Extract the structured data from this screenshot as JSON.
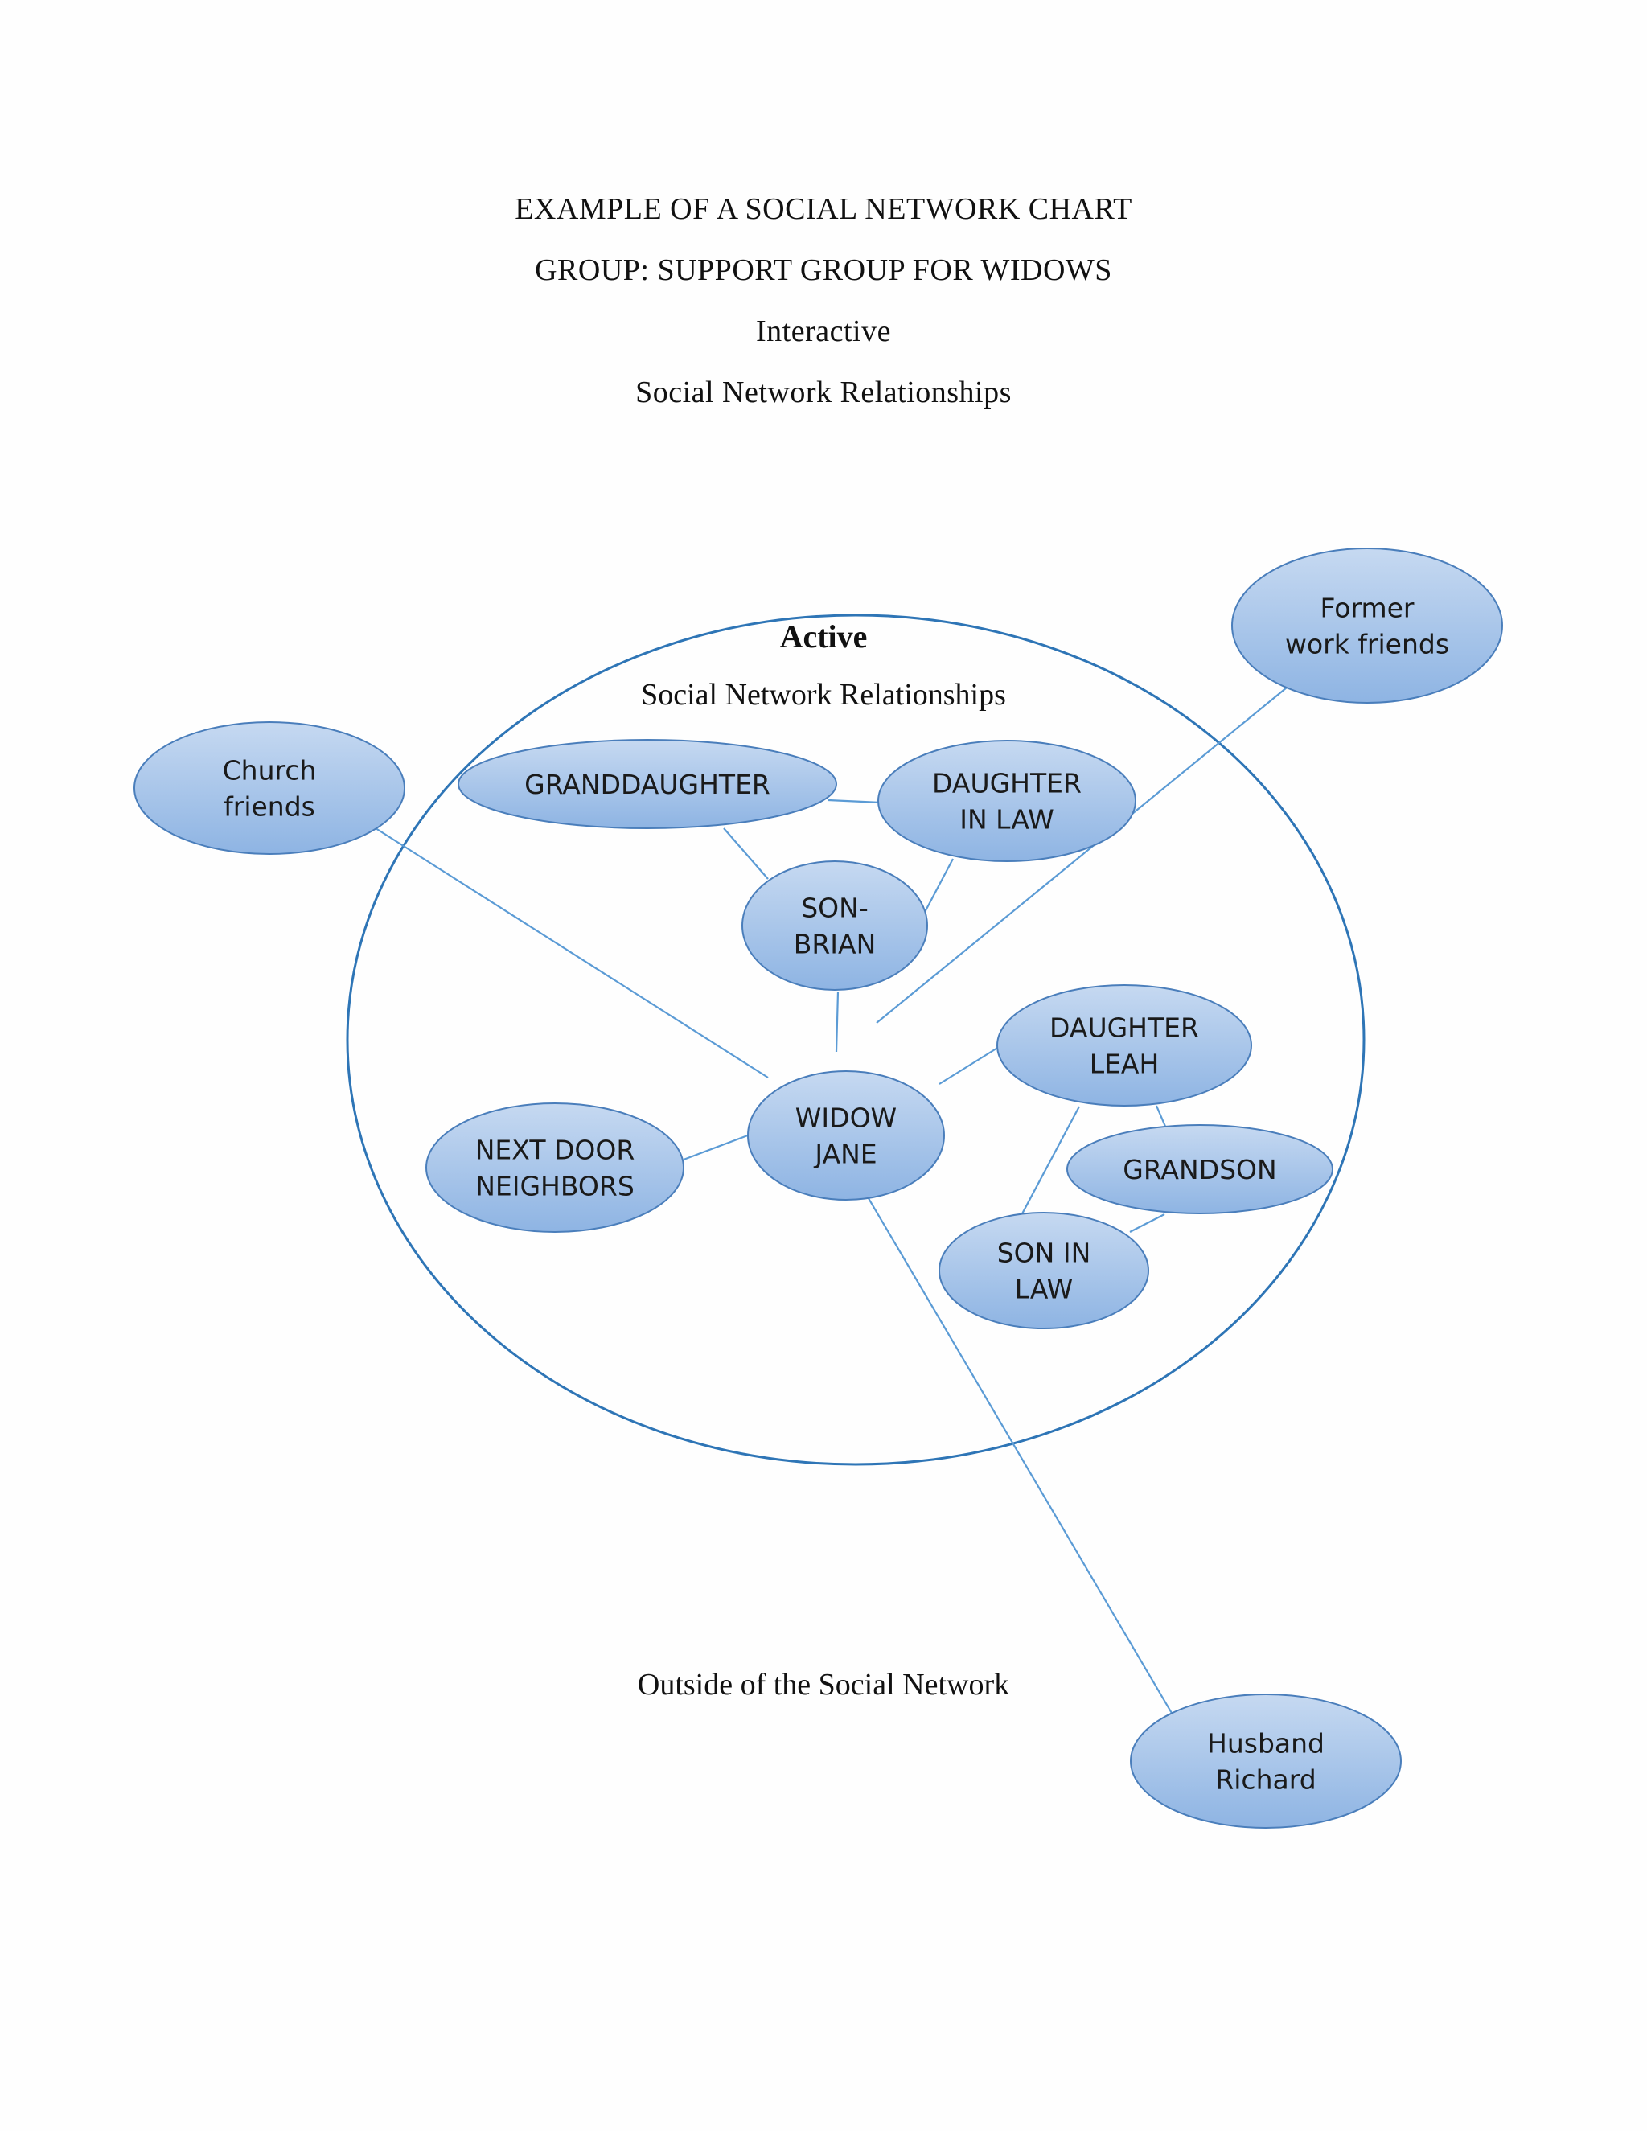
{
  "header": {
    "line1": "EXAMPLE OF A SOCIAL NETWORK CHART",
    "line2": "GROUP: SUPPORT GROUP FOR WIDOWS",
    "line3": "Interactive",
    "line4": "Social Network Relationships"
  },
  "active_region": {
    "title": "Active",
    "subtitle": "Social Network Relationships"
  },
  "outside_label": "Outside of the Social Network",
  "colors": {
    "node_fill_top": "#c6d9f1",
    "node_fill_bottom": "#8eb4e3",
    "node_stroke": "#4a7ebb",
    "circle_stroke": "#2e75b6",
    "edge_stroke": "#5b9bd5"
  },
  "nodes": [
    {
      "id": "church",
      "lines": [
        "Church",
        "friends"
      ]
    },
    {
      "id": "former",
      "lines": [
        "Former",
        "work friends"
      ]
    },
    {
      "id": "granddaughter",
      "lines": [
        "GRANDDAUGHTER"
      ]
    },
    {
      "id": "daughter_in_law",
      "lines": [
        "DAUGHTER",
        "IN LAW"
      ]
    },
    {
      "id": "son_brian",
      "lines": [
        "SON-",
        "BRIAN"
      ]
    },
    {
      "id": "widow_jane",
      "lines": [
        "WIDOW",
        "JANE"
      ]
    },
    {
      "id": "daughter_leah",
      "lines": [
        "DAUGHTER",
        "LEAH"
      ]
    },
    {
      "id": "neighbors",
      "lines": [
        "NEXT DOOR",
        "NEIGHBORS"
      ]
    },
    {
      "id": "grandson",
      "lines": [
        "GRANDSON"
      ]
    },
    {
      "id": "son_in_law",
      "lines": [
        "SON IN",
        "LAW"
      ]
    },
    {
      "id": "husband",
      "lines": [
        "Husband",
        "Richard"
      ]
    }
  ],
  "edges": [
    [
      "church",
      "widow_jane"
    ],
    [
      "former",
      "widow_jane"
    ],
    [
      "granddaughter",
      "daughter_in_law"
    ],
    [
      "granddaughter",
      "son_brian"
    ],
    [
      "daughter_in_law",
      "son_brian"
    ],
    [
      "son_brian",
      "widow_jane"
    ],
    [
      "widow_jane",
      "daughter_leah"
    ],
    [
      "widow_jane",
      "neighbors"
    ],
    [
      "daughter_leah",
      "grandson"
    ],
    [
      "daughter_leah",
      "son_in_law"
    ],
    [
      "grandson",
      "son_in_law"
    ],
    [
      "widow_jane",
      "husband"
    ]
  ]
}
